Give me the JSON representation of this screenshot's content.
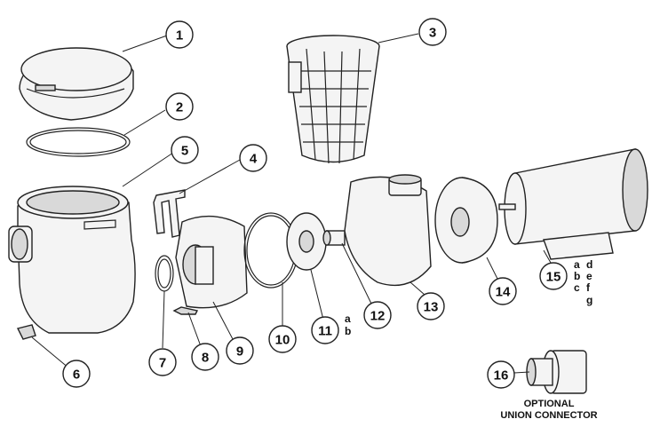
{
  "callouts": [
    {
      "id": "1",
      "number": "1",
      "sublabels": []
    },
    {
      "id": "2",
      "number": "2",
      "sublabels": []
    },
    {
      "id": "3",
      "number": "3",
      "sublabels": []
    },
    {
      "id": "4",
      "number": "4",
      "sublabels": []
    },
    {
      "id": "5",
      "number": "5",
      "sublabels": []
    },
    {
      "id": "6",
      "number": "6",
      "sublabels": []
    },
    {
      "id": "7",
      "number": "7",
      "sublabels": []
    },
    {
      "id": "8",
      "number": "8",
      "sublabels": []
    },
    {
      "id": "9",
      "number": "9",
      "sublabels": []
    },
    {
      "id": "10",
      "number": "10",
      "sublabels": []
    },
    {
      "id": "11",
      "number": "11",
      "sublabels": [
        "a",
        "b"
      ]
    },
    {
      "id": "12",
      "number": "12",
      "sublabels": []
    },
    {
      "id": "13",
      "number": "13",
      "sublabels": []
    },
    {
      "id": "14",
      "number": "14",
      "sublabels": []
    },
    {
      "id": "15",
      "number": "15",
      "sublabels": [
        "a",
        "b",
        "c",
        "d",
        "e",
        "f",
        "g"
      ]
    },
    {
      "id": "16",
      "number": "16",
      "sublabels": []
    }
  ],
  "caption": {
    "line1": "OPTIONAL",
    "line2": "UNION CONNECTOR"
  }
}
